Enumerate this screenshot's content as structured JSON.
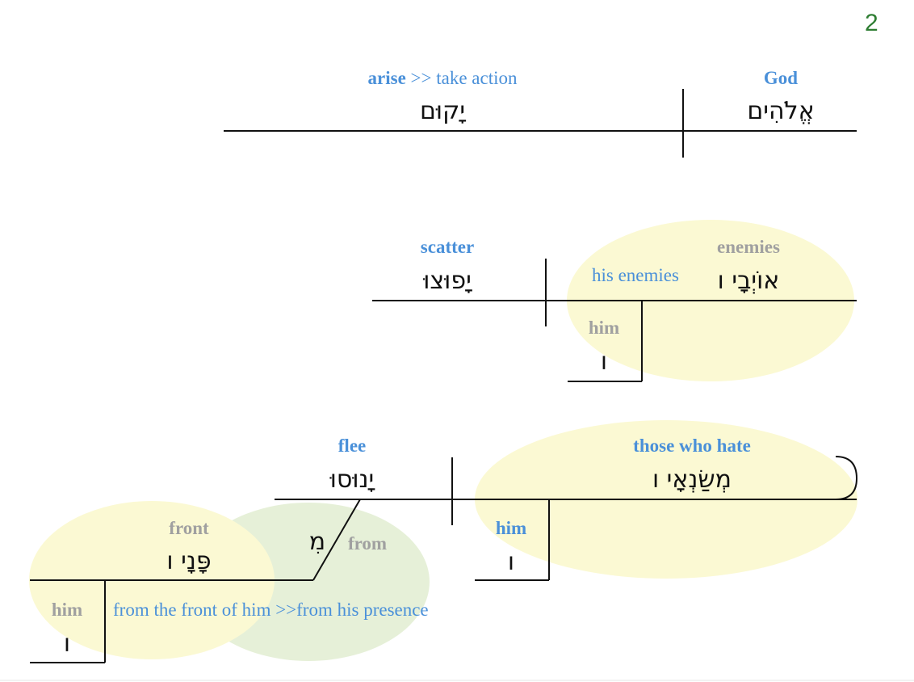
{
  "page_number": "2",
  "colors": {
    "gloss": "#4a90d9",
    "muted": "#a0a0a0",
    "line": "#111111",
    "highlight_yellow": "#fbf9d3",
    "highlight_green": "#e6f0d8",
    "page_number": "#2e7d32"
  },
  "clause1": {
    "subject": {
      "gloss": "God",
      "hebrew": "אֱלֹהִים"
    },
    "verb": {
      "gloss_main": "arise",
      "gloss_extra": ">> take action",
      "hebrew": "יָקוּם"
    }
  },
  "clause2": {
    "subject": {
      "gloss": "enemies",
      "hebrew": "אוֹיְבָי ו",
      "note": "his enemies"
    },
    "modifier": {
      "gloss": "him",
      "hebrew": "ו"
    },
    "verb": {
      "gloss": "scatter",
      "hebrew": "יָפוּצוּ"
    }
  },
  "clause3": {
    "subject": {
      "gloss": "those who hate",
      "hebrew": "מְשַׂנְאָי ו"
    },
    "modifier": {
      "gloss": "him",
      "hebrew": "ו"
    },
    "verb": {
      "gloss": "flee",
      "hebrew": "יָנוּסוּ"
    },
    "preposition": {
      "hebrew": "מִ",
      "gloss": "from"
    },
    "object": {
      "gloss": "front",
      "hebrew": "פָּנָי ו"
    },
    "object_modifier": {
      "gloss": "him",
      "hebrew": "ו"
    },
    "note": "from the front of him >>from his presence"
  }
}
